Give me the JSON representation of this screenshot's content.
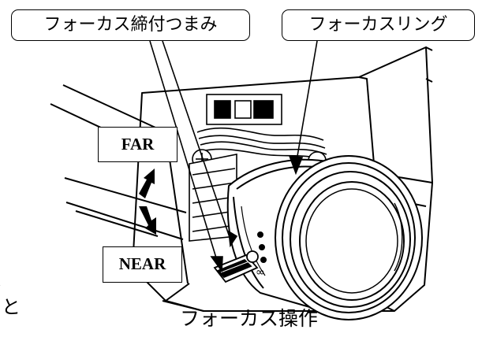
{
  "callouts": {
    "focus_knob": "フォーカス締付つまみ",
    "focus_ring": "フォーカスリング"
  },
  "directions": {
    "far": "FAR",
    "near": "NEAR"
  },
  "caption": "フォーカス操作",
  "partial_text": {
    "line1": "で",
    "line2": "ると"
  },
  "icons": {
    "far_arrow": "arrow-up-right-icon",
    "near_arrow": "arrow-down-right-icon"
  }
}
